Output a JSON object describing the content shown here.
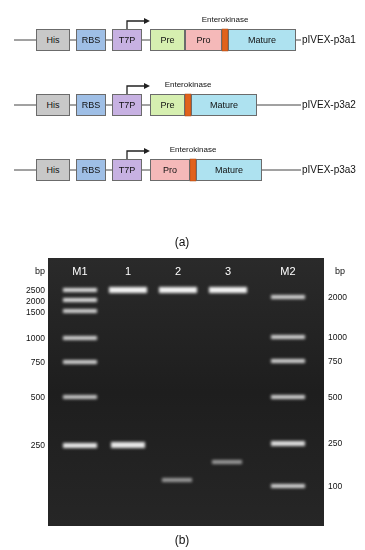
{
  "diagram": {
    "nodes": [
      {
        "text": [
          "His"
        ]
      },
      {
        "text": [
          "RBS"
        ]
      },
      {
        "text": [
          "T7P"
        ]
      },
      {
        "text": [
          "Pre"
        ]
      },
      {
        "text": [
          "Pro"
        ]
      },
      {
        "text": [
          "Mature"
        ]
      },
      {
        "text": [
          "His"
        ]
      },
      {
        "text": [
          "RBS"
        ]
      },
      {
        "text": [
          "T7P"
        ]
      },
      {
        "text": [
          "Pre"
        ]
      },
      {
        "text": [
          "Mature"
        ]
      },
      {
        "text": [
          "His"
        ]
      },
      {
        "text": [
          "RBS"
        ]
      },
      {
        "text": [
          "T7P"
        ]
      },
      {
        "text": [
          "Pro"
        ]
      },
      {
        "text": [
          "Mature"
        ]
      }
    ],
    "edges": [
      {
        "from": 0,
        "to": 1,
        "arrow": "none"
      },
      {
        "from": 1,
        "to": 2,
        "arrow": "none"
      },
      {
        "from": 2,
        "to": 3,
        "arrow": "none"
      },
      {
        "from": 6,
        "to": 7,
        "arrow": "none"
      },
      {
        "from": 7,
        "to": 8,
        "arrow": "none"
      },
      {
        "from": 8,
        "to": 9,
        "arrow": "none"
      },
      {
        "from": 11,
        "to": 12,
        "arrow": "none"
      },
      {
        "from": 12,
        "to": 13,
        "arrow": "none"
      },
      {
        "from": 13,
        "to": 14,
        "arrow": "none"
      }
    ],
    "labels": [
      "Enterokinase",
      "pIVEX-p3a1",
      "Enterokinase",
      "pIVEX-p3a2",
      "Enterokinase",
      "pIVEX-p3a3",
      "(a)",
      "M1",
      "1",
      "2",
      "3",
      "M2",
      "bp",
      "bp",
      "2500",
      "2000",
      "1500",
      "1000",
      "750",
      "500",
      "250",
      "2000",
      "1000",
      "750",
      "500",
      "250",
      "100",
      "(b)"
    ]
  }
}
